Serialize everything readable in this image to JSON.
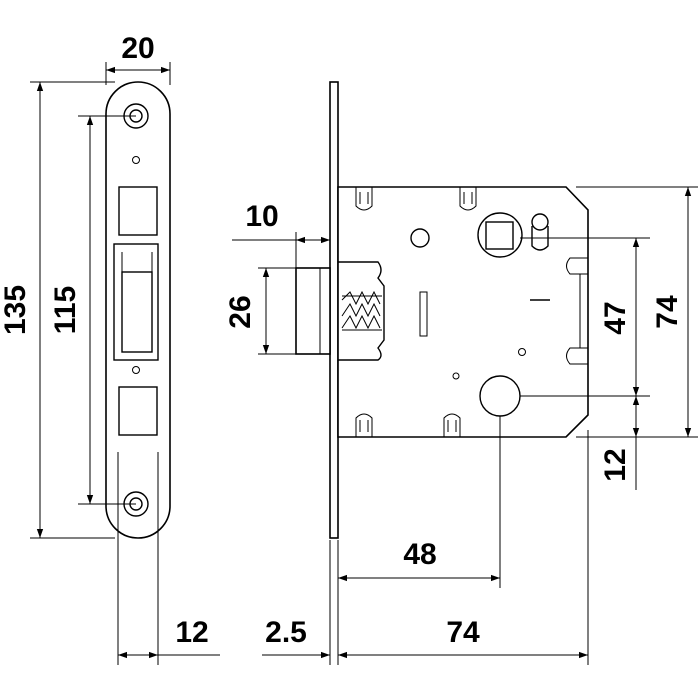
{
  "dimensions": {
    "faceplate_width": "20",
    "total_height": "135",
    "hole_spacing": "115",
    "backset_edge": "12",
    "plate_thickness": "2.5",
    "body_depth": "74",
    "latch_projection": "10",
    "latch_height": "26",
    "spindle_offset": "47",
    "body_height": "74",
    "bottom_offset": "12",
    "spindle_backset": "48"
  }
}
